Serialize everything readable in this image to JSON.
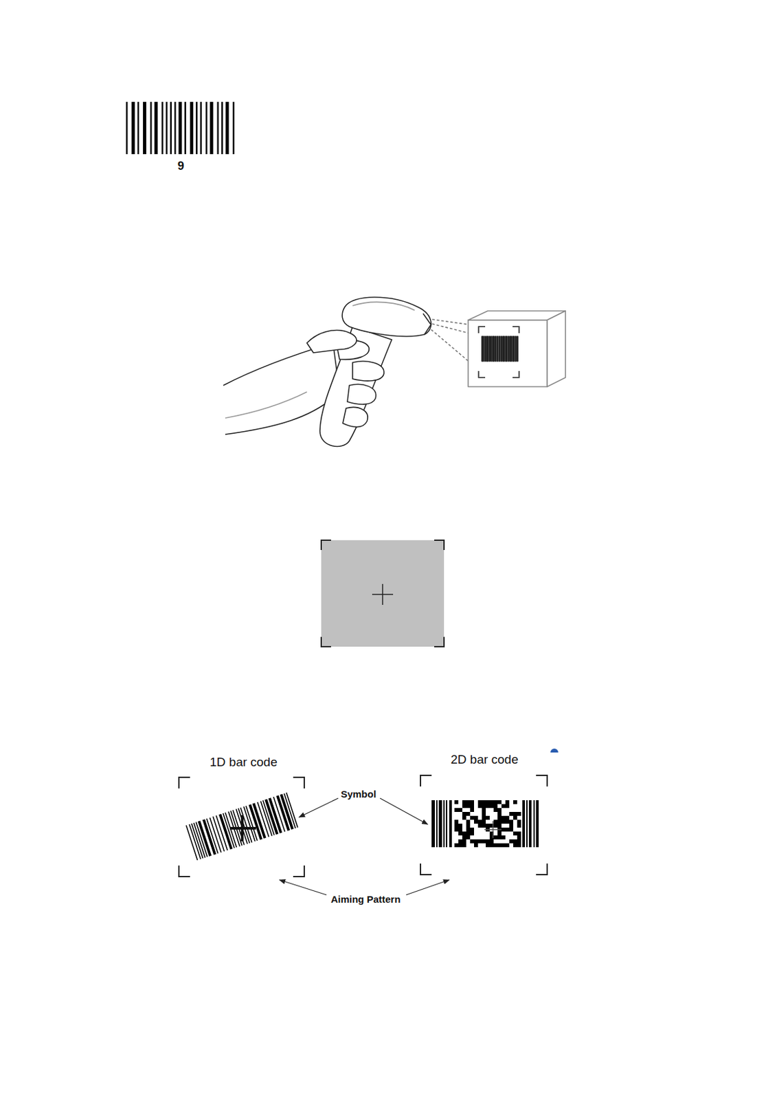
{
  "diagram": {
    "labels": [
      "9",
      "1D bar code",
      "2D bar code",
      "Symbol",
      "Aiming Pattern"
    ]
  }
}
